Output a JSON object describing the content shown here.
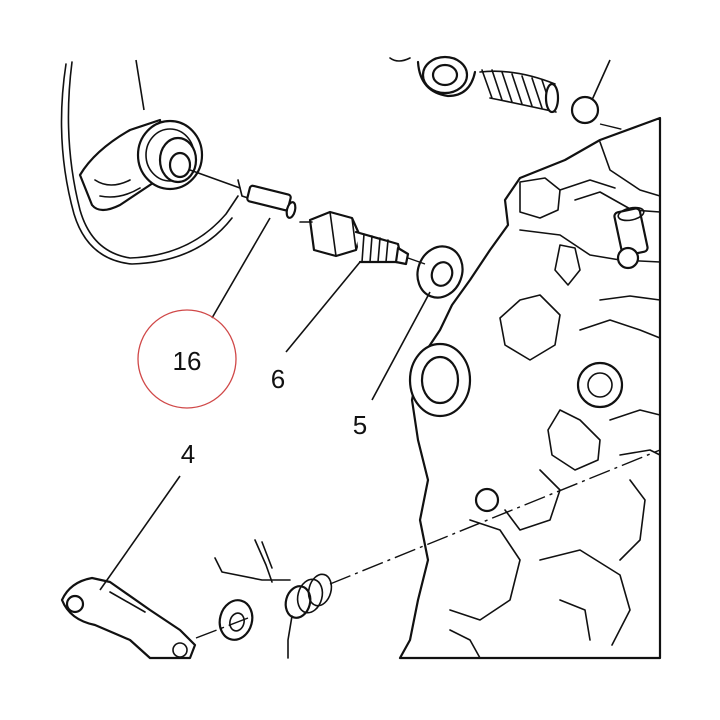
{
  "callouts": [
    {
      "id": "16",
      "text": "16"
    },
    {
      "id": "6",
      "text": "6"
    },
    {
      "id": "5",
      "text": "5"
    },
    {
      "id": "4",
      "text": "4"
    }
  ],
  "highlight": {
    "target": "16",
    "color": "#d04848"
  }
}
